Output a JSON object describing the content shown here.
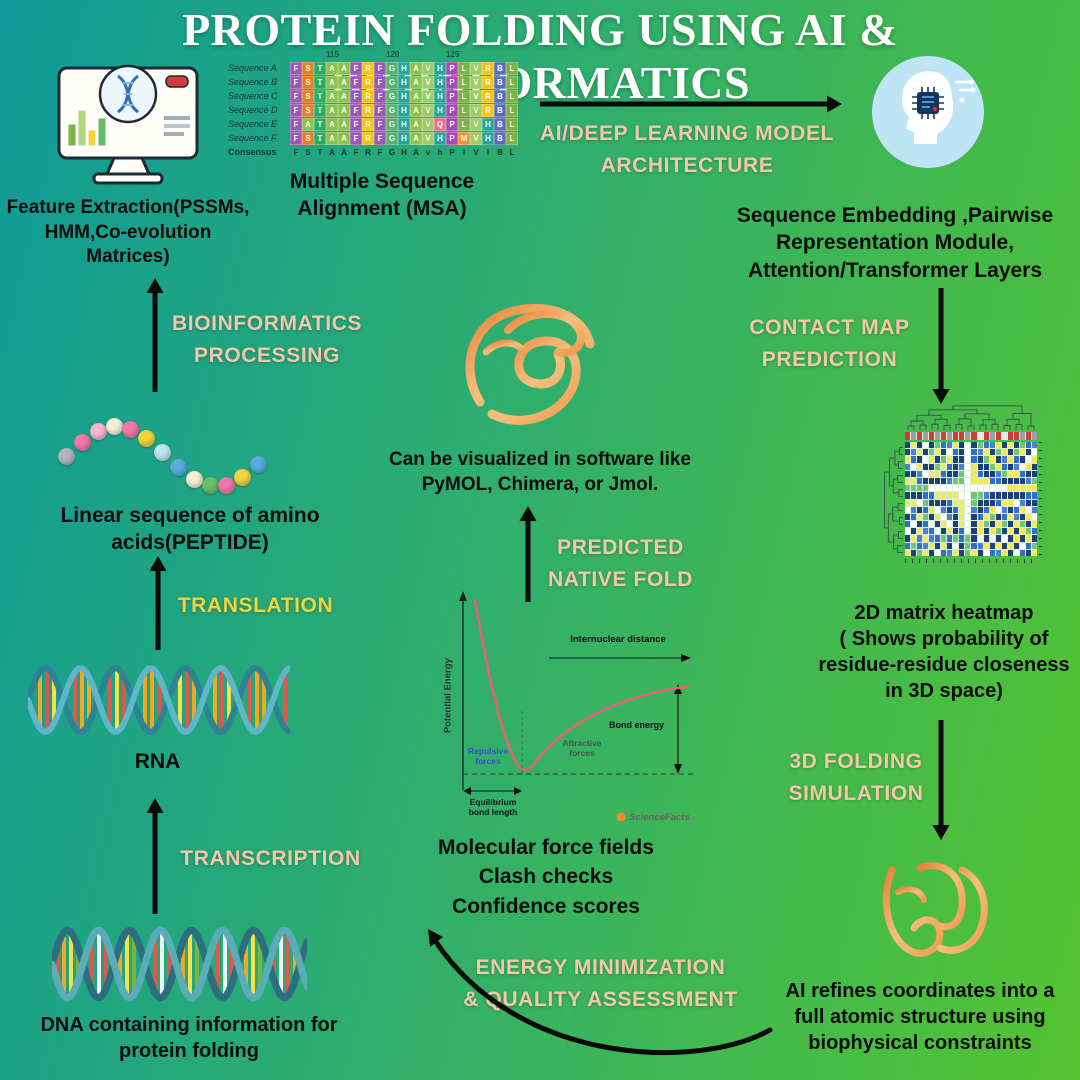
{
  "title": "PROTEIN FOLDING USING AI & BIOINFORMATICS",
  "colors": {
    "background_left": "#0f9a98",
    "background_mid": "#2fae6e",
    "background_right": "#55c331",
    "step_label": "#f2c8a8",
    "translation_label": "#f2d437",
    "body_text": "#0c0c0c",
    "title_text": "#ffffff",
    "arrow": "#0a0a0a",
    "ai_icon_circle": "#bfe4f6"
  },
  "steps": {
    "ai_architecture": "AI/DEEP LEARNING MODEL\nARCHITECTURE",
    "contact_map": "CONTACT MAP\nPREDICTION",
    "folding_simulation": "3D FOLDING\nSIMULATION",
    "bioinformatics": "BIOINFORMATICS\nPROCESSING",
    "translation": "TRANSLATION",
    "transcription": "TRANSCRIPTION",
    "predicted_native_fold": "PREDICTED\nNATIVE FOLD",
    "energy_minimization": "ENERGY MINIMIZATION\n& QUALITY ASSESSMENT"
  },
  "captions": {
    "feature_extraction": "Feature Extraction(PSSMs,\nHMM,Co-evolution\nMatrices)",
    "msa": "Multiple Sequence\nAlignment (MSA)",
    "embedding": "Sequence Embedding ,Pairwise\nRepresentation Module,\nAttention/Transformer Layers",
    "heatmap": "2D matrix heatmap\n( Shows probability of\nresidue-residue closeness\nin 3D space)",
    "refinement": "AI refines coordinates into a\nfull atomic structure using\nbiophysical constraints",
    "dna": "DNA containing information for\nprotein folding",
    "rna": "RNA",
    "peptide": "Linear sequence of amino\nacids(PEPTIDE)",
    "visualization": "Can be visualized in software like\nPyMOL, Chimera, or Jmol.",
    "quality_checks": "Molecular force fields\nClash checks\nConfidence scores"
  },
  "msa": {
    "ruler": [
      "115",
      "120",
      "125"
    ],
    "rows": [
      {
        "label": "Sequence A",
        "letters": "FSTAAFRFGHAVHPLVRBL"
      },
      {
        "label": "Sequence B",
        "letters": "FSTAAFRFGHAVHPLVRBL"
      },
      {
        "label": "Sequence C",
        "letters": "FSTAAFRFGHAVHPLVRBL"
      },
      {
        "label": "Sequence D",
        "letters": "FSTAAFRFGHAVHPLVRBL"
      },
      {
        "label": "Sequence E",
        "letters": "FATAAFRFGHAVQPLVHBL"
      },
      {
        "label": "Sequence F",
        "letters": "FSTAAFRFGHAVHPMVHBL"
      }
    ],
    "consensus_label": "Consensus",
    "consensus_letters": "FSTAAFRFGHAvhPIVIBL",
    "palette": {
      "F": "#9b59b6",
      "S": "#e67e22",
      "T": "#27ae60",
      "A": "#8bc34a",
      "R": "#f1c40f",
      "G": "#58b368",
      "H": "#26a69a",
      "V": "#9ccc65",
      "P": "#ab47bc",
      "L": "#7cb342",
      "B": "#5c6bc0",
      "Q": "#ef6c8b",
      "M": "#f0932b",
      "I": "#f1c40f"
    }
  },
  "heatmap": {
    "rows": 16,
    "cols": 22,
    "palette": [
      "#1d3f7a",
      "#2e6fd0",
      "#f2e860",
      "#ffffff",
      "#74c476",
      "#4a7fd4"
    ],
    "annotation": [
      "#d23b3b",
      "#9aa0a6",
      "#e8eaed"
    ]
  },
  "energy_chart": {
    "y_label": "Potential Energy",
    "x_label": "Internuclear distance",
    "bond_energy_label": "Bond energy",
    "attractive_label": "Attractive\nforces",
    "repulsive_label": "Repulsive\nforces",
    "equilibrium_label": "Equilibrium\nbond length",
    "watermark": "ScienceFacts",
    "curve_color": "#e06377"
  },
  "palettes": {
    "dna_rungs": [
      "#e2574c",
      "#f5a623",
      "#f8e04b",
      "#7cb342",
      "#e2574c",
      "#eef2f4"
    ],
    "rna_rungs": [
      "#f5a623",
      "#e2574c",
      "#f8e04b",
      "#e2574c",
      "#f5a623"
    ],
    "peptide": [
      "#aeb6bf",
      "#f178a8",
      "#f7b6cd",
      "#f6efd3",
      "#f178a8",
      "#f2d443",
      "#bfe3f4",
      "#58aede",
      "#f6efd3",
      "#6abf69",
      "#f178a8",
      "#f2d443",
      "#58aede"
    ],
    "ribbon": [
      "#e8833a",
      "#f6c07e",
      "#ef9a4f"
    ]
  }
}
